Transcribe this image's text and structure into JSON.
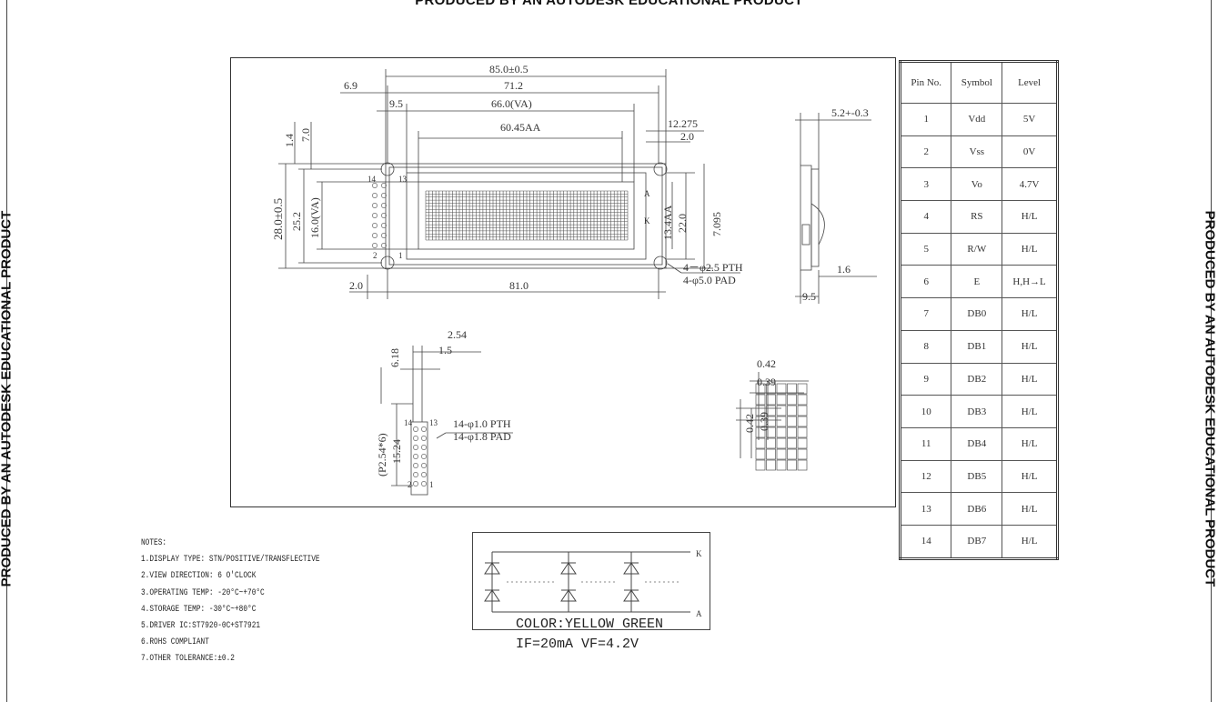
{
  "watermark": {
    "text": "PRODUCED BY AN AUTODESK EDUCATIONAL PRODUCT"
  },
  "drawing": {
    "dimensions": {
      "overall_width": "85.0±0.5",
      "pcb_hole_span": "71.2",
      "viewing_area": "66.0(VA)",
      "active_area": "60.45AA",
      "left_edge_hole": "6.9",
      "left_va_offset": "9.5",
      "right_offset": "12.275",
      "right_small": "2.0",
      "top_1": "1.4",
      "top_2": "7.0",
      "height_overall": "28.0±0.5",
      "height_hole": "25.2",
      "height_va": "16.0(VA)",
      "height_aa": "13.4AA",
      "height_bezel": "22.0",
      "right_height": "7.095",
      "pth_note": "4－φ2.5 PTH",
      "pad_note": "4-φ5.0 PAD",
      "bottom_left": "2.0",
      "bottom_span": "81.0",
      "side_thickness": "5.2+-0.3",
      "side_pin": "1.6",
      "side_depth": "9.5",
      "pin1_label": "14",
      "pin2_label": "13",
      "pin3_label": "2",
      "pin4_label": "1",
      "backlight_a": "A",
      "backlight_k": "K"
    },
    "connector": {
      "pitch": "2.54",
      "offset": "1.5",
      "top_offset": "6.18",
      "total": "(P2.54*6)",
      "length": "15.24",
      "pth": "14-φ1.0 PTH",
      "pad": "14-φ1.8 PAD",
      "label_14": "14",
      "label_13": "13",
      "label_2": "2",
      "label_1": "1"
    },
    "pixel": {
      "dot_w": "0.42",
      "pitch_w": "0.39",
      "dot_h": "0.42",
      "pitch_h": "0.39"
    }
  },
  "pin_table": {
    "headers": [
      "Pin No.",
      "Symbol",
      "Level"
    ],
    "rows": [
      [
        "1",
        "Vdd",
        "5V"
      ],
      [
        "2",
        "Vss",
        "0V"
      ],
      [
        "3",
        "Vo",
        "4.7V"
      ],
      [
        "4",
        "RS",
        "H/L"
      ],
      [
        "5",
        "R/W",
        "H/L"
      ],
      [
        "6",
        "E",
        "H,H→L"
      ],
      [
        "7",
        "DB0",
        "H/L"
      ],
      [
        "8",
        "DB1",
        "H/L"
      ],
      [
        "9",
        "DB2",
        "H/L"
      ],
      [
        "10",
        "DB3",
        "H/L"
      ],
      [
        "11",
        "DB4",
        "H/L"
      ],
      [
        "12",
        "DB5",
        "H/L"
      ],
      [
        "13",
        "DB6",
        "H/L"
      ],
      [
        "14",
        "DB7",
        "H/L"
      ]
    ]
  },
  "notes": {
    "title": "NOTES:",
    "items": [
      "1.DISPLAY TYPE: STN/POSITIVE/TRANSFLECTIVE",
      "2.VIEW DIRECTION: 6 O'CLOCK",
      "3.OPERATING TEMP: -20°C~+70°C",
      "4.STORAGE TEMP: -30°C~+80°C",
      "5.DRIVER IC:ST7920-0C+ST7921",
      "6.ROHS COMPLIANT",
      "7.OTHER TOLERANCE:±0.2"
    ]
  },
  "backlight": {
    "k_label": "K",
    "a_label": "A",
    "color_line": "COLOR:YELLOW GREEN",
    "current_line": "IF=20mA VF=4.2V"
  }
}
